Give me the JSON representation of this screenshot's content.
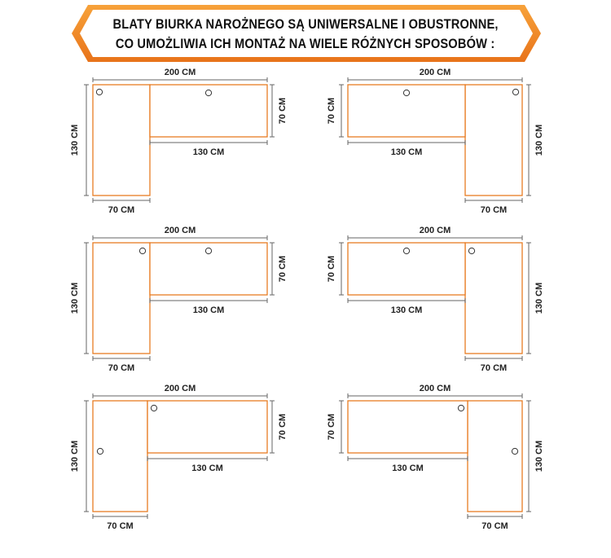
{
  "banner": {
    "line1": "BLATY BIURKA NAROŻNEGO SĄ UNIWERSALNE I OBUSTRONNE,",
    "line2": "CO UMOŻLIWIA ICH MONTAŻ NA WIELE RÓŻNYCH SPOSOBÓW :",
    "border_color": "#f08a24",
    "fill_color": "#ffffff"
  },
  "dimensions": {
    "total_width": "200 CM",
    "depth_long": "130 CM",
    "depth_short": "70 CM",
    "return_length": "130 CM",
    "return_width": "70 CM"
  },
  "layouts": [
    {
      "id": "layout-1",
      "orientation": "left",
      "holes": [
        "vertical-top",
        "horizontal-center"
      ]
    },
    {
      "id": "layout-2",
      "orientation": "right",
      "holes": [
        "horizontal-center",
        "vertical-top"
      ]
    },
    {
      "id": "layout-3",
      "orientation": "left",
      "holes": [
        "vertical-top-right",
        "horizontal-center"
      ]
    },
    {
      "id": "layout-4",
      "orientation": "right",
      "holes": [
        "horizontal-center",
        "vertical-top-left"
      ]
    },
    {
      "id": "layout-5",
      "orientation": "left",
      "holes": [
        "vertical-middle",
        "horizontal-top-left"
      ]
    },
    {
      "id": "layout-6",
      "orientation": "right",
      "holes": [
        "horizontal-top-right",
        "vertical-middle"
      ]
    }
  ],
  "colors": {
    "edge": "#e87c22",
    "dimension_line": "#666666"
  }
}
